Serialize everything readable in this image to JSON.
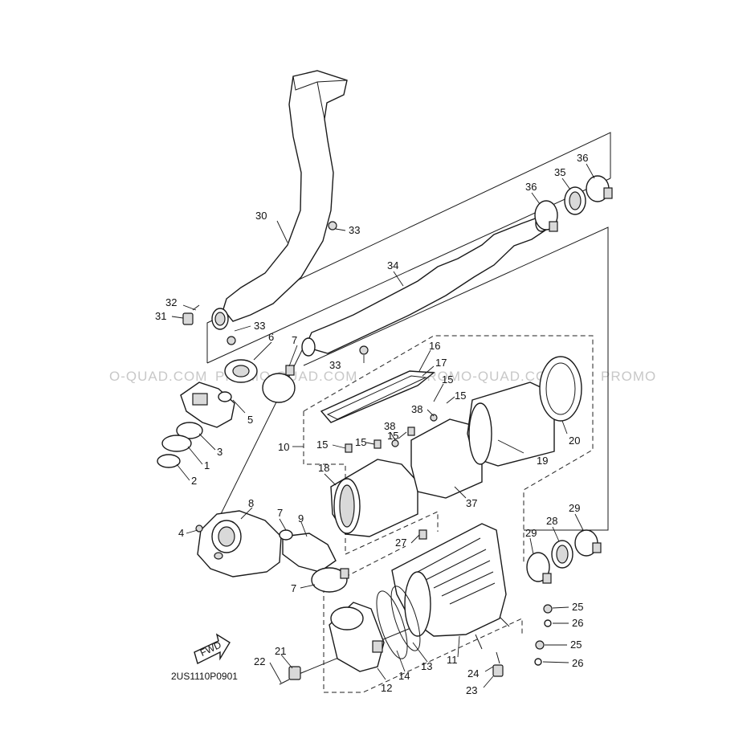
{
  "watermarks": [
    "O-QUAD.COM",
    "PROMO-QUAD.COM",
    "PROMO-QUAD.COM",
    "PROMO"
  ],
  "drawing_code": "2US1110P0901",
  "fwd_label": "FWD",
  "callouts": {
    "c1": "1",
    "c2": "2",
    "c3": "3",
    "c4": "4",
    "c5": "5",
    "c6": "6",
    "c7a": "7",
    "c7b": "7",
    "c7c": "7",
    "c8": "8",
    "c9": "9",
    "c10": "10",
    "c11": "11",
    "c12": "12",
    "c13": "13",
    "c14": "14",
    "c15a": "15",
    "c15b": "15",
    "c15c": "15",
    "c15d": "15",
    "c15e": "15",
    "c16": "16",
    "c17": "17",
    "c18": "18",
    "c19": "19",
    "c20": "20",
    "c21": "21",
    "c22": "22",
    "c23": "23",
    "c24": "24",
    "c25a": "25",
    "c25b": "25",
    "c26a": "26",
    "c26b": "26",
    "c27": "27",
    "c28": "28",
    "c29a": "29",
    "c29b": "29",
    "c30": "30",
    "c31": "31",
    "c32": "32",
    "c33a": "33",
    "c33b": "33",
    "c33c": "33",
    "c34": "34",
    "c35": "35",
    "c36a": "36",
    "c36b": "36",
    "c37": "37",
    "c38a": "38",
    "c38b": "38"
  }
}
